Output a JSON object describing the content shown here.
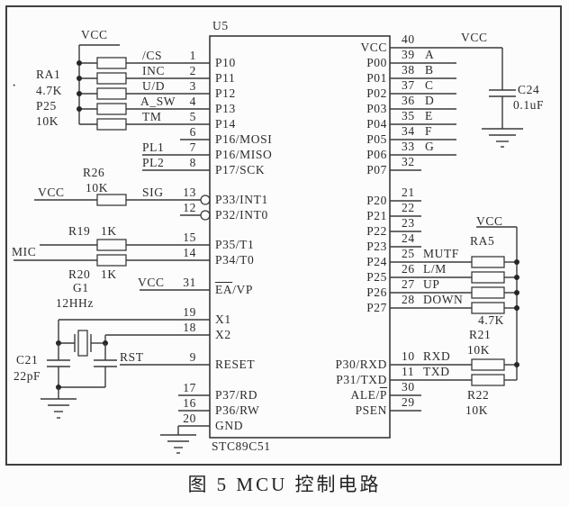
{
  "figure": {
    "caption": "图 5  MCU 控制电路"
  },
  "chip": {
    "refdes": "U5",
    "part": "STC89C51",
    "left_labels": [
      "P10",
      "P11",
      "P12",
      "P13",
      "P14",
      "P16/MOSI",
      "P16/MISO",
      "P17/SCK",
      "P33/INT1",
      "P32/INT0",
      "P35/T1",
      "P34/T0",
      "X1",
      "X2",
      "RESET",
      "P37/RD",
      "P36/RW",
      "GND"
    ],
    "ea_overlined": "EA",
    "ea_rest": "/VP",
    "ale_prefix": "ALE/",
    "ale_overlined": "P",
    "right_labels": [
      "VCC",
      "P00",
      "P01",
      "P02",
      "P03",
      "P04",
      "P05",
      "P06",
      "P07",
      "P20",
      "P21",
      "P22",
      "P23",
      "P24",
      "P25",
      "P26",
      "P27",
      "P30/RXD",
      "P31/TXD",
      "PSEN"
    ]
  },
  "pins": {
    "left": [
      "1",
      "2",
      "3",
      "4",
      "5",
      "6",
      "7",
      "8",
      "13",
      "12",
      "15",
      "14",
      "31",
      "19",
      "18",
      "9",
      "17",
      "16",
      "20"
    ],
    "right": [
      "40",
      "39",
      "38",
      "37",
      "36",
      "35",
      "34",
      "33",
      "32",
      "21",
      "22",
      "23",
      "24",
      "25",
      "26",
      "27",
      "28",
      "10",
      "11",
      "30",
      "29"
    ]
  },
  "signals": {
    "left_bus": [
      "/CS",
      "INC",
      "U/D",
      "A_SW",
      "TM"
    ],
    "pl": [
      "PL1",
      "PL2"
    ],
    "sig": "SIG",
    "mic": "MIC",
    "rst": "RST",
    "segment": [
      "A",
      "B",
      "C",
      "D",
      "E",
      "F",
      "G"
    ],
    "p2_signals": [
      "MUTF",
      "L/M",
      "UP",
      "DOWN"
    ],
    "serial": [
      "RXD",
      "TXD"
    ]
  },
  "power": {
    "vcc": "VCC"
  },
  "components": {
    "ra1": {
      "refdes": "RA1",
      "value": "4.7K"
    },
    "p25": {
      "refdes": "P25",
      "value": "10K"
    },
    "r26": {
      "refdes": "R26",
      "value": "10K"
    },
    "r19": {
      "refdes": "R19",
      "value": "1K"
    },
    "r20": {
      "refdes": "R20",
      "value": "1K"
    },
    "g1": {
      "refdes": "G1",
      "value": "12HHz"
    },
    "c21": {
      "refdes": "C21",
      "value": "22pF"
    },
    "c24": {
      "refdes": "C24",
      "value": "0.1uF"
    },
    "ra5": {
      "refdes": "RA5",
      "value": "4.7K"
    },
    "r21": {
      "refdes": "R21",
      "value": "10K"
    },
    "r22": {
      "refdes": "R22",
      "value": "10K"
    }
  },
  "stray_dot": "·"
}
